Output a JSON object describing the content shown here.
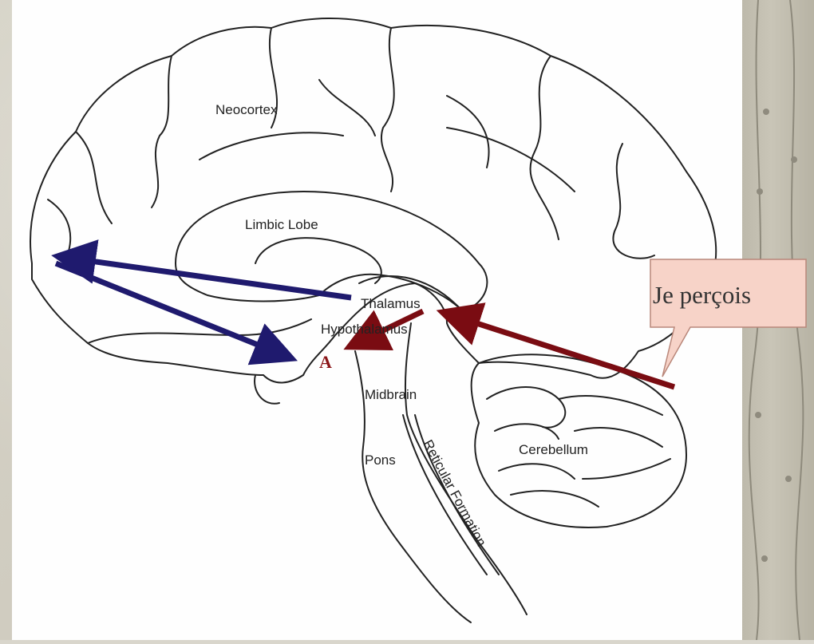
{
  "labels": {
    "neocortex": "Neocortex",
    "limbic_lobe": "Limbic Lobe",
    "thalamus": "Thalamus",
    "hypothalamus": "Hypothalamus",
    "midbrain": "Midbrain",
    "pons": "Pons",
    "reticular_formation": "Reticular Formation",
    "cerebellum": "Cerebellum"
  },
  "annotations": {
    "callout": "Je perçois",
    "marker_a": "A"
  },
  "colors": {
    "blue_arrows": "#1f1a6e",
    "red_arrows": "#7a0c12",
    "callout_fill": "#f7d3c8",
    "callout_border": "#b9877a",
    "outline": "#222222"
  }
}
